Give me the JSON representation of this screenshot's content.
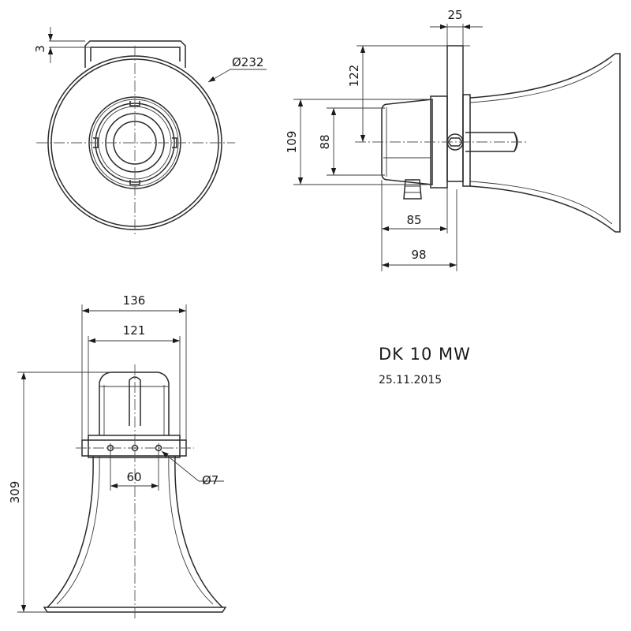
{
  "drawing": {
    "title": "DK 10 MW",
    "date": "25.11.2015"
  },
  "dimensions": {
    "front_view": {
      "bracket_offset": "3",
      "outer_diameter": "Ø232"
    },
    "side_view": {
      "bracket_width": "25",
      "height_to_bracket": "122",
      "housing_height": "109",
      "inner_height": "88",
      "depth_short": "85",
      "depth_long": "98"
    },
    "bottom_view": {
      "outer_width": "136",
      "inner_width": "121",
      "total_height": "309",
      "hole_spacing": "60",
      "hole_diameter": "Ø7"
    }
  }
}
